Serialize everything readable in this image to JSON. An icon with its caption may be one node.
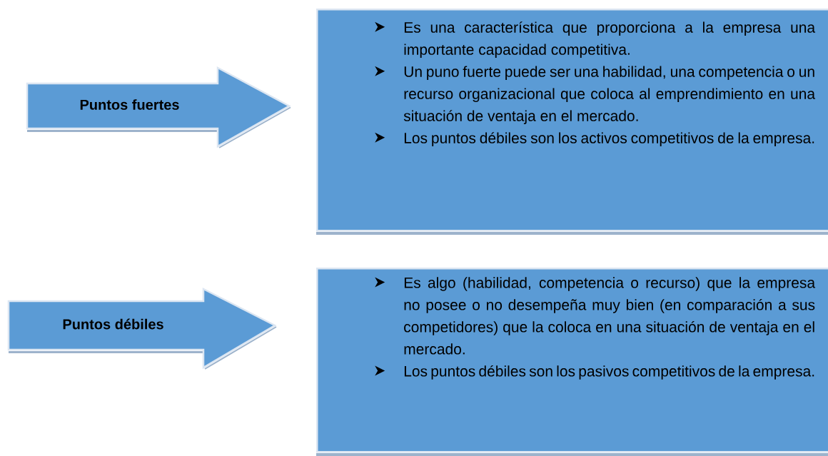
{
  "diagram": {
    "nodes": [
      {
        "text": [
          "Puntos fuertes"
        ]
      },
      {
        "text": [
          "Es una característica que proporciona a la empresa una importante capacidad competitiva.",
          "Un puno fuerte puede ser una habilidad, una competencia o un recurso organizacional que coloca al emprendimiento en una situación de ventaja en el mercado.",
          "Los puntos débiles son los activos competitivos de la empresa."
        ]
      },
      {
        "text": [
          "Puntos débiles"
        ]
      },
      {
        "text": [
          "Es algo (habilidad, competencia o recurso) que la empresa no posee o no desempeña muy bien (en comparación a sus competidores) que la coloca en una situación de ventaja en el mercado.",
          "Los puntos débiles son los pasivos competitivos de la empresa."
        ]
      }
    ]
  }
}
